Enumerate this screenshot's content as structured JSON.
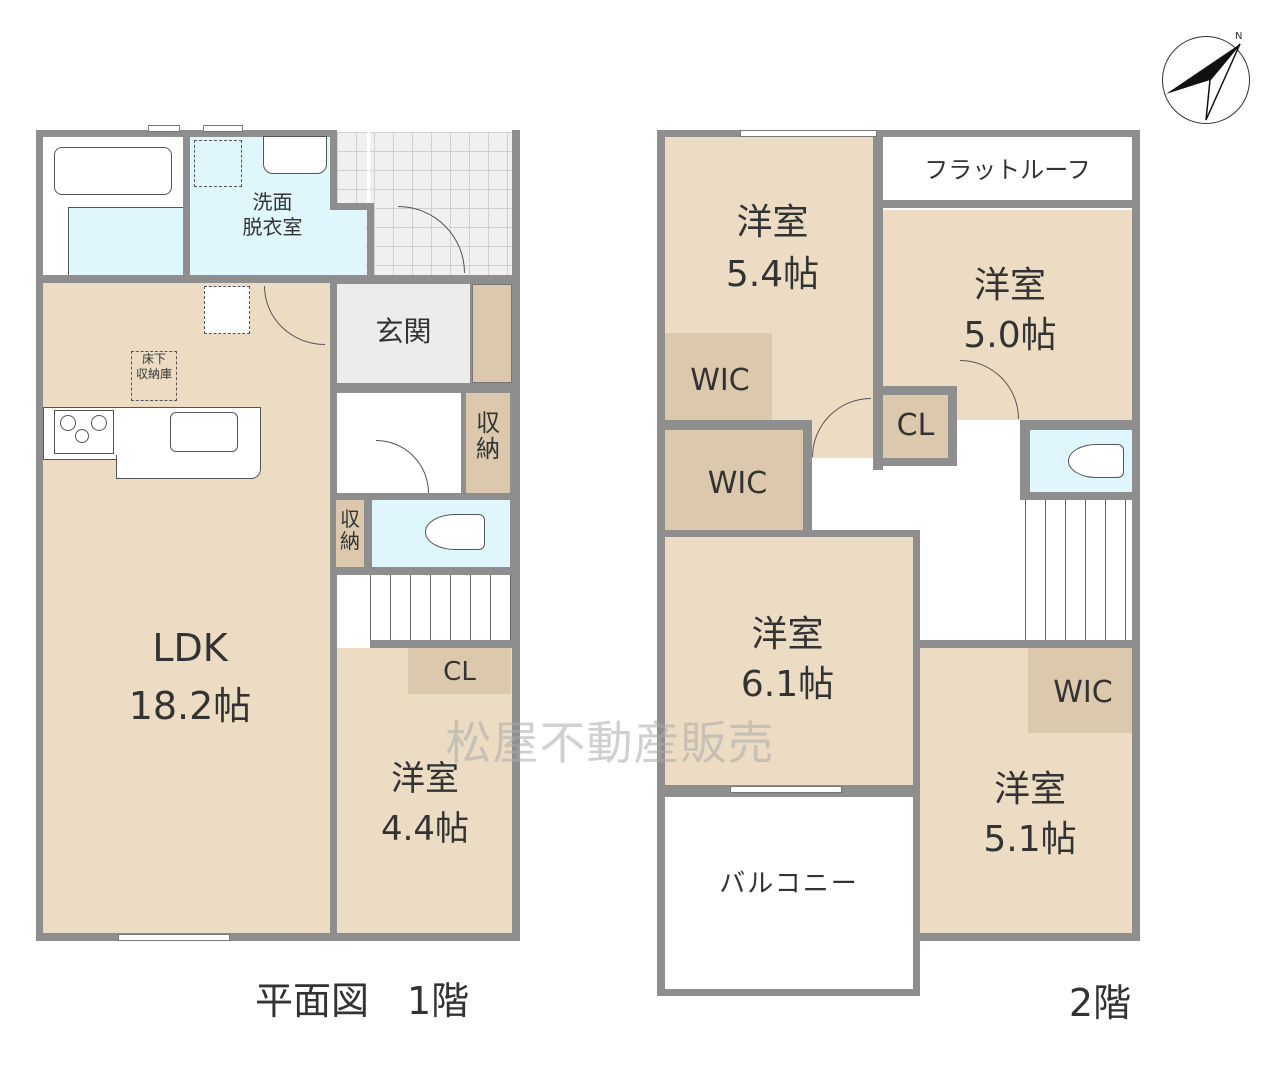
{
  "floor1": {
    "caption": "平面図　1階",
    "rooms": {
      "washroom": "洗面\n脱衣室",
      "underfloor_storage": "床下\n収納庫",
      "entrance": "玄関",
      "storage_hall": "収\n納",
      "storage_small": "収\n納",
      "ldk_name": "LDK",
      "ldk_size": "18.2帖",
      "closet": "CL",
      "bedroom_name": "洋室",
      "bedroom_size": "4.4帖"
    }
  },
  "floor2": {
    "caption": "2階",
    "rooms": {
      "bedroom_a_name": "洋室",
      "bedroom_a_size": "5.4帖",
      "flat_roof": "フラットルーフ",
      "bedroom_b_name": "洋室",
      "bedroom_b_size": "5.0帖",
      "wic_a": "WIC",
      "closet": "CL",
      "wic_b": "WIC",
      "bedroom_c_name": "洋室",
      "bedroom_c_size": "6.1帖",
      "wic_c": "WIC",
      "bedroom_d_name": "洋室",
      "bedroom_d_size": "5.1帖",
      "balcony": "バルコニー"
    }
  },
  "watermark": "松屋不動産販売",
  "compass": {
    "label": "N"
  },
  "colors": {
    "wall": "#8e8e8e",
    "room": "#ecdcc4",
    "storage": "#dcc9ad",
    "wet": "#dff6fc",
    "entrance": "#ececec"
  }
}
